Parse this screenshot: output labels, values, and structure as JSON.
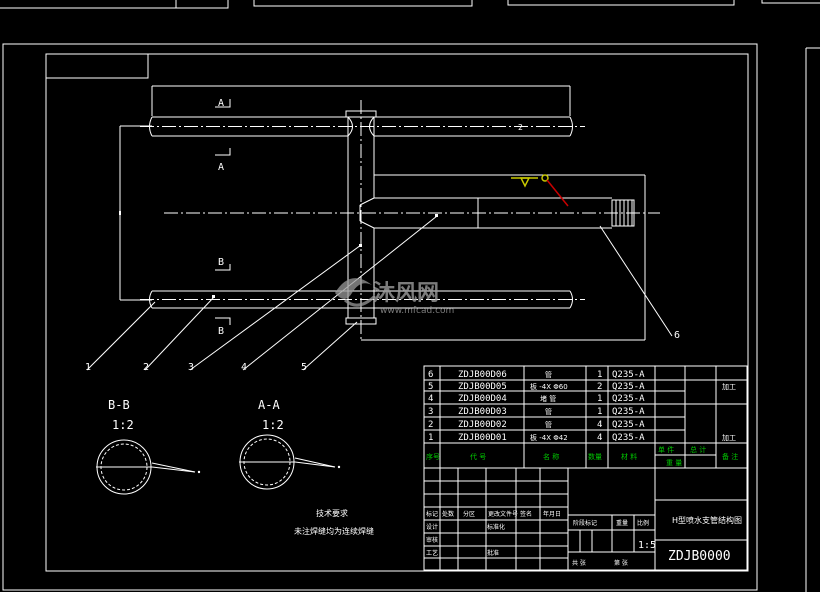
{
  "colors": {
    "background": "#000000",
    "line": "#ffffff",
    "table_accent": "#00c800",
    "magenta": "#ff00ff",
    "highlight": "#c8c800",
    "red": "#c80000"
  },
  "view_marks": {
    "section_a_top": "A",
    "section_a_bottom": "A",
    "section_b_top": "B",
    "section_b_bottom": "B",
    "dim_2": "2"
  },
  "balloons": [
    "1",
    "2",
    "3",
    "4",
    "5",
    "6"
  ],
  "sections": [
    {
      "title": "B-B",
      "scale": "1:2"
    },
    {
      "title": "A-A",
      "scale": "1:2"
    }
  ],
  "tech_notes": {
    "title": "技术要求",
    "line1": "未注焊缝均为连续焊缝"
  },
  "bom": {
    "rows": [
      {
        "no": "6",
        "code": "ZDJB00D06",
        "name": "管",
        "qty": "1",
        "material": "Q235-A",
        "note": ""
      },
      {
        "no": "5",
        "code": "ZDJB00D05",
        "name": "板 -4X Φ60",
        "qty": "2",
        "material": "Q235-A",
        "note": "加工"
      },
      {
        "no": "4",
        "code": "ZDJB00D04",
        "name": "堵 管",
        "qty": "1",
        "material": "Q235-A",
        "note": ""
      },
      {
        "no": "3",
        "code": "ZDJB00D03",
        "name": "管",
        "qty": "1",
        "material": "Q235-A",
        "note": ""
      },
      {
        "no": "2",
        "code": "ZDJB00D02",
        "name": "管",
        "qty": "4",
        "material": "Q235-A",
        "note": ""
      },
      {
        "no": "1",
        "code": "ZDJB00D01",
        "name": "板 -4X Φ42",
        "qty": "4",
        "material": "Q235-A",
        "note": "加工"
      }
    ],
    "header": {
      "no": "序号",
      "code": "代 号",
      "name": "名 称",
      "qty": "数量",
      "material": "材 料",
      "unit_weight": "单 件",
      "total_weight": "总 计",
      "weight": "重 量",
      "remarks": "备 注"
    }
  },
  "title_block": {
    "drawing_title": "H型喷水支管结构图",
    "drawing_no": "ZDJB0000",
    "scale": "1:5",
    "stage_label": "阶段标记",
    "weight_label": "重量",
    "scale_label": "比例",
    "sheets_label": "共 张",
    "sheet_label": "第 张",
    "mark_label": "标记",
    "count_label": "处数",
    "zone_label": "分区",
    "change_doc_label": "更改文件号",
    "sign_label": "签名",
    "date_label": "年月日",
    "std_label": "标准化",
    "design_label": "设计",
    "check_label": "审核",
    "craft_label": "工艺",
    "approve_label": "批准"
  },
  "watermark": {
    "brand": "沐风网",
    "url": "www.mfcad.com"
  }
}
